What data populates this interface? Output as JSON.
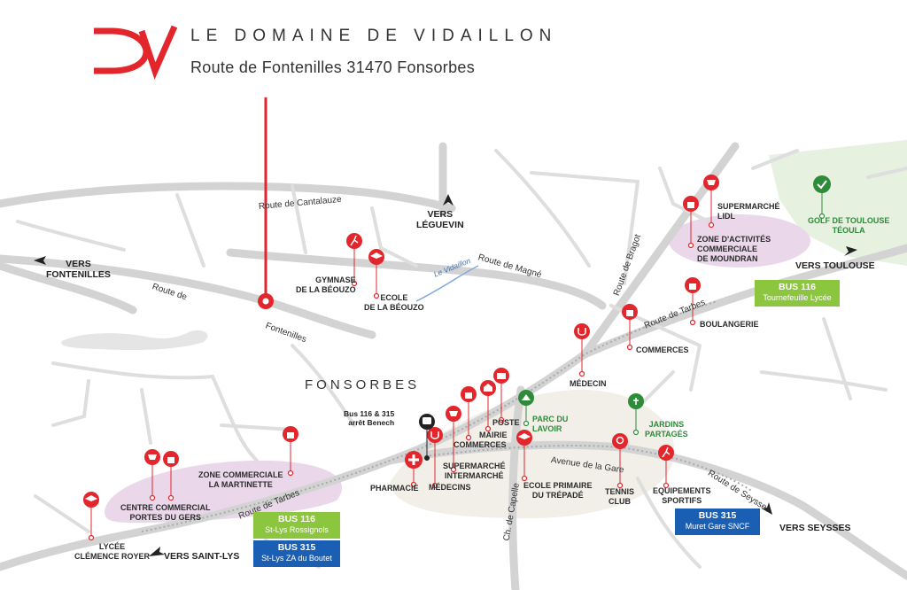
{
  "header": {
    "logo_text": "DV",
    "title": "LE DOMAINE DE VIDAILLON",
    "address": "Route de Fontenilles 31470 Fonsorbes"
  },
  "colors": {
    "accent_red": "#e3262c",
    "poi_green": "#2e8b3a",
    "bus_green": "#8cc63f",
    "bus_blue": "#1a5fb4"
  },
  "town": "FONSORBES",
  "river": "Le Vidaillon",
  "roads": {
    "cantalauze": "Route de Cantalauze",
    "magne": "Route de Magné",
    "bragot": "Route de Bragot",
    "tarbes_east": "Route de Tarbes",
    "tarbes_west": "Route de Tarbes",
    "fontenilles_a": "Route de",
    "fontenilles_b": "Fontenilles",
    "gare": "Avenue de la Gare",
    "capelle": "Ch. de Capelle",
    "seysses": "Route de Seysses"
  },
  "directions": {
    "leguevin": [
      "VERS",
      "LÉGUEVIN"
    ],
    "fontenilles": [
      "VERS",
      "FONTENILLES"
    ],
    "toulouse": "VERS TOULOUSE",
    "saint_lys": "VERS SAINT-LYS",
    "seysses": "VERS SEYSSES"
  },
  "pois": {
    "gymnase": [
      "GYMNASE",
      "DE LA BÉOUZO"
    ],
    "ecole_beouzo": [
      "ECOLE",
      "DE LA BÉOUZO"
    ],
    "lidl": [
      "SUPERMARCHÉ",
      "LIDL"
    ],
    "zone_moundran": [
      "ZONE D'ACTIVITÉS",
      "COMMERCIALE",
      "DE MOUNDRAN"
    ],
    "golf": [
      "GOLF DE TOULOUSE",
      "TÉOULA"
    ],
    "boulangerie": "BOULANGERIE",
    "commerces_e": "COMMERCES",
    "medecin": "MÉDECIN",
    "jardins": [
      "JARDINS",
      "PARTAGÉS"
    ],
    "parc": [
      "PARC DU",
      "LAVOIR"
    ],
    "poste": "POSTE",
    "mairie": "MAIRIE",
    "commerces_c": "COMMERCES",
    "intermarche": [
      "SUPERMARCHÉ",
      "INTERMARCHÉ"
    ],
    "medecins": "MÉDECINS",
    "pharmacie": "PHARMACIE",
    "ecole_trepade": [
      "ECOLE PRIMAIRE",
      "DU TRÉPADÉ"
    ],
    "tennis": [
      "TENNIS",
      "CLUB"
    ],
    "equipements": [
      "EQUIPEMENTS",
      "SPORTIFS"
    ],
    "zone_martinette": [
      "ZONE COMMERCIALE",
      "LA MARTINETTE"
    ],
    "centre_commercial": [
      "CENTRE COMMERCIAL",
      "PORTES DU GERS"
    ],
    "lycee": [
      "LYCÉE",
      "CLÉMENCE ROYER"
    ]
  },
  "bus_stop": [
    "Bus 116 & 315",
    "arrêt Benech"
  ],
  "bus_boxes": {
    "b116_toulouse": {
      "line": "BUS 116",
      "stop": "Tournefeuille Lycée"
    },
    "b315_muret": {
      "line": "BUS 315",
      "stop": "Muret Gare SNCF"
    },
    "b116_stlys": {
      "line": "BUS 116",
      "stop": "St-Lys Rossignols"
    },
    "b315_stlys": {
      "line": "BUS 315",
      "stop": "St-Lys ZA du Boutet"
    }
  }
}
